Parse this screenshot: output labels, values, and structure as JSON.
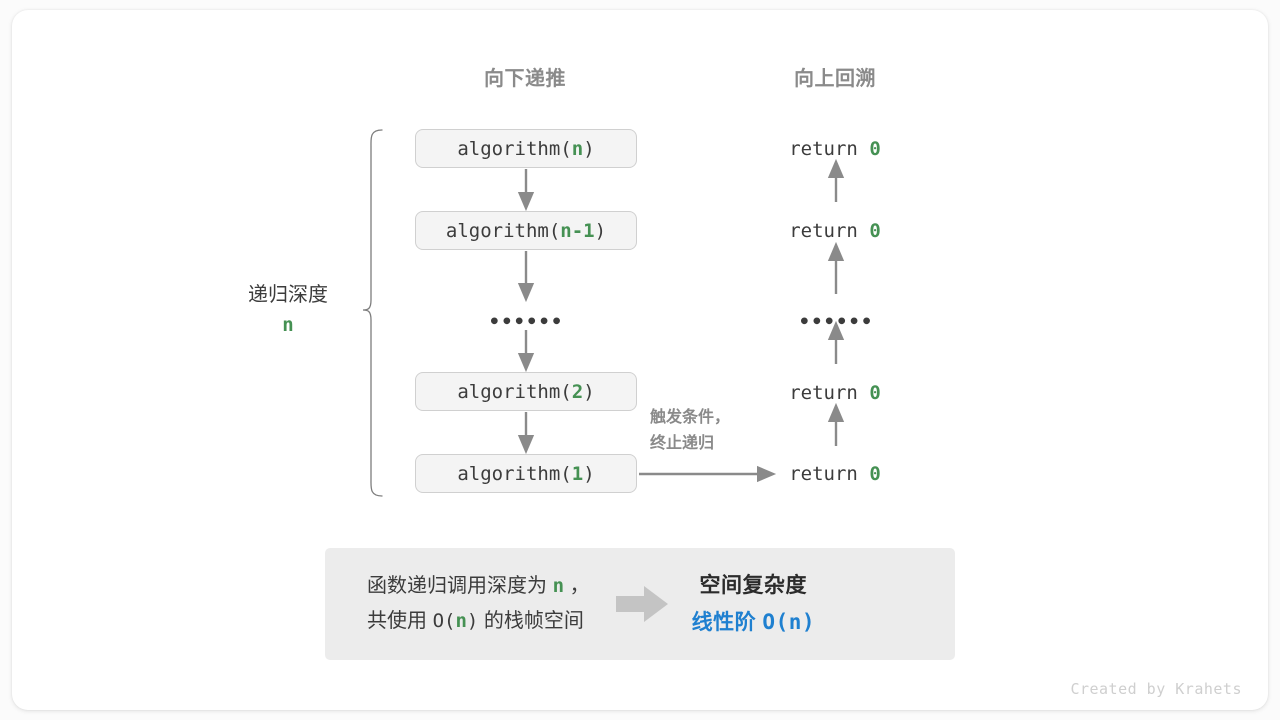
{
  "diagram": {
    "title_down": "向下递推",
    "title_up": "向上回溯",
    "depth_label": {
      "text": "递归深度",
      "variable": "n"
    },
    "trigger_label": {
      "line1": "触发条件，",
      "line2": "终止递归"
    },
    "call_stack": [
      {
        "prefix": "algorithm(",
        "arg": "n",
        "suffix": ")"
      },
      {
        "prefix": "algorithm(",
        "arg": "n-1",
        "suffix": ")"
      },
      {
        "prefix": "algorithm(",
        "arg": "2",
        "suffix": ")"
      },
      {
        "prefix": "algorithm(",
        "arg": "1",
        "suffix": ")"
      }
    ],
    "ellipsis": "••••••",
    "returns": [
      {
        "keyword": "return ",
        "value": "0"
      },
      {
        "keyword": "return ",
        "value": "0"
      },
      {
        "keyword": "return ",
        "value": "0"
      },
      {
        "keyword": "return ",
        "value": "0"
      }
    ],
    "summary": {
      "line1_a": "函数递归调用深度为 ",
      "line1_n": "n",
      "line1_b": " ，",
      "line2_a": "共使用 ",
      "line2_o": "O(",
      "line2_n": "n",
      "line2_c": ")",
      "line2_b": " 的栈帧空间",
      "result_title": "空间复杂度",
      "result_order": "线性阶 ",
      "result_value": "O(n)"
    },
    "watermark": "Created by Krahets",
    "colors": {
      "accent_green": "#459153",
      "accent_blue": "#1f80d0",
      "arrow_gray": "#8a8a8a",
      "text_dark": "#3c3c3c",
      "box_fill": "#f4f4f4",
      "summary_fill": "#ececec"
    }
  }
}
